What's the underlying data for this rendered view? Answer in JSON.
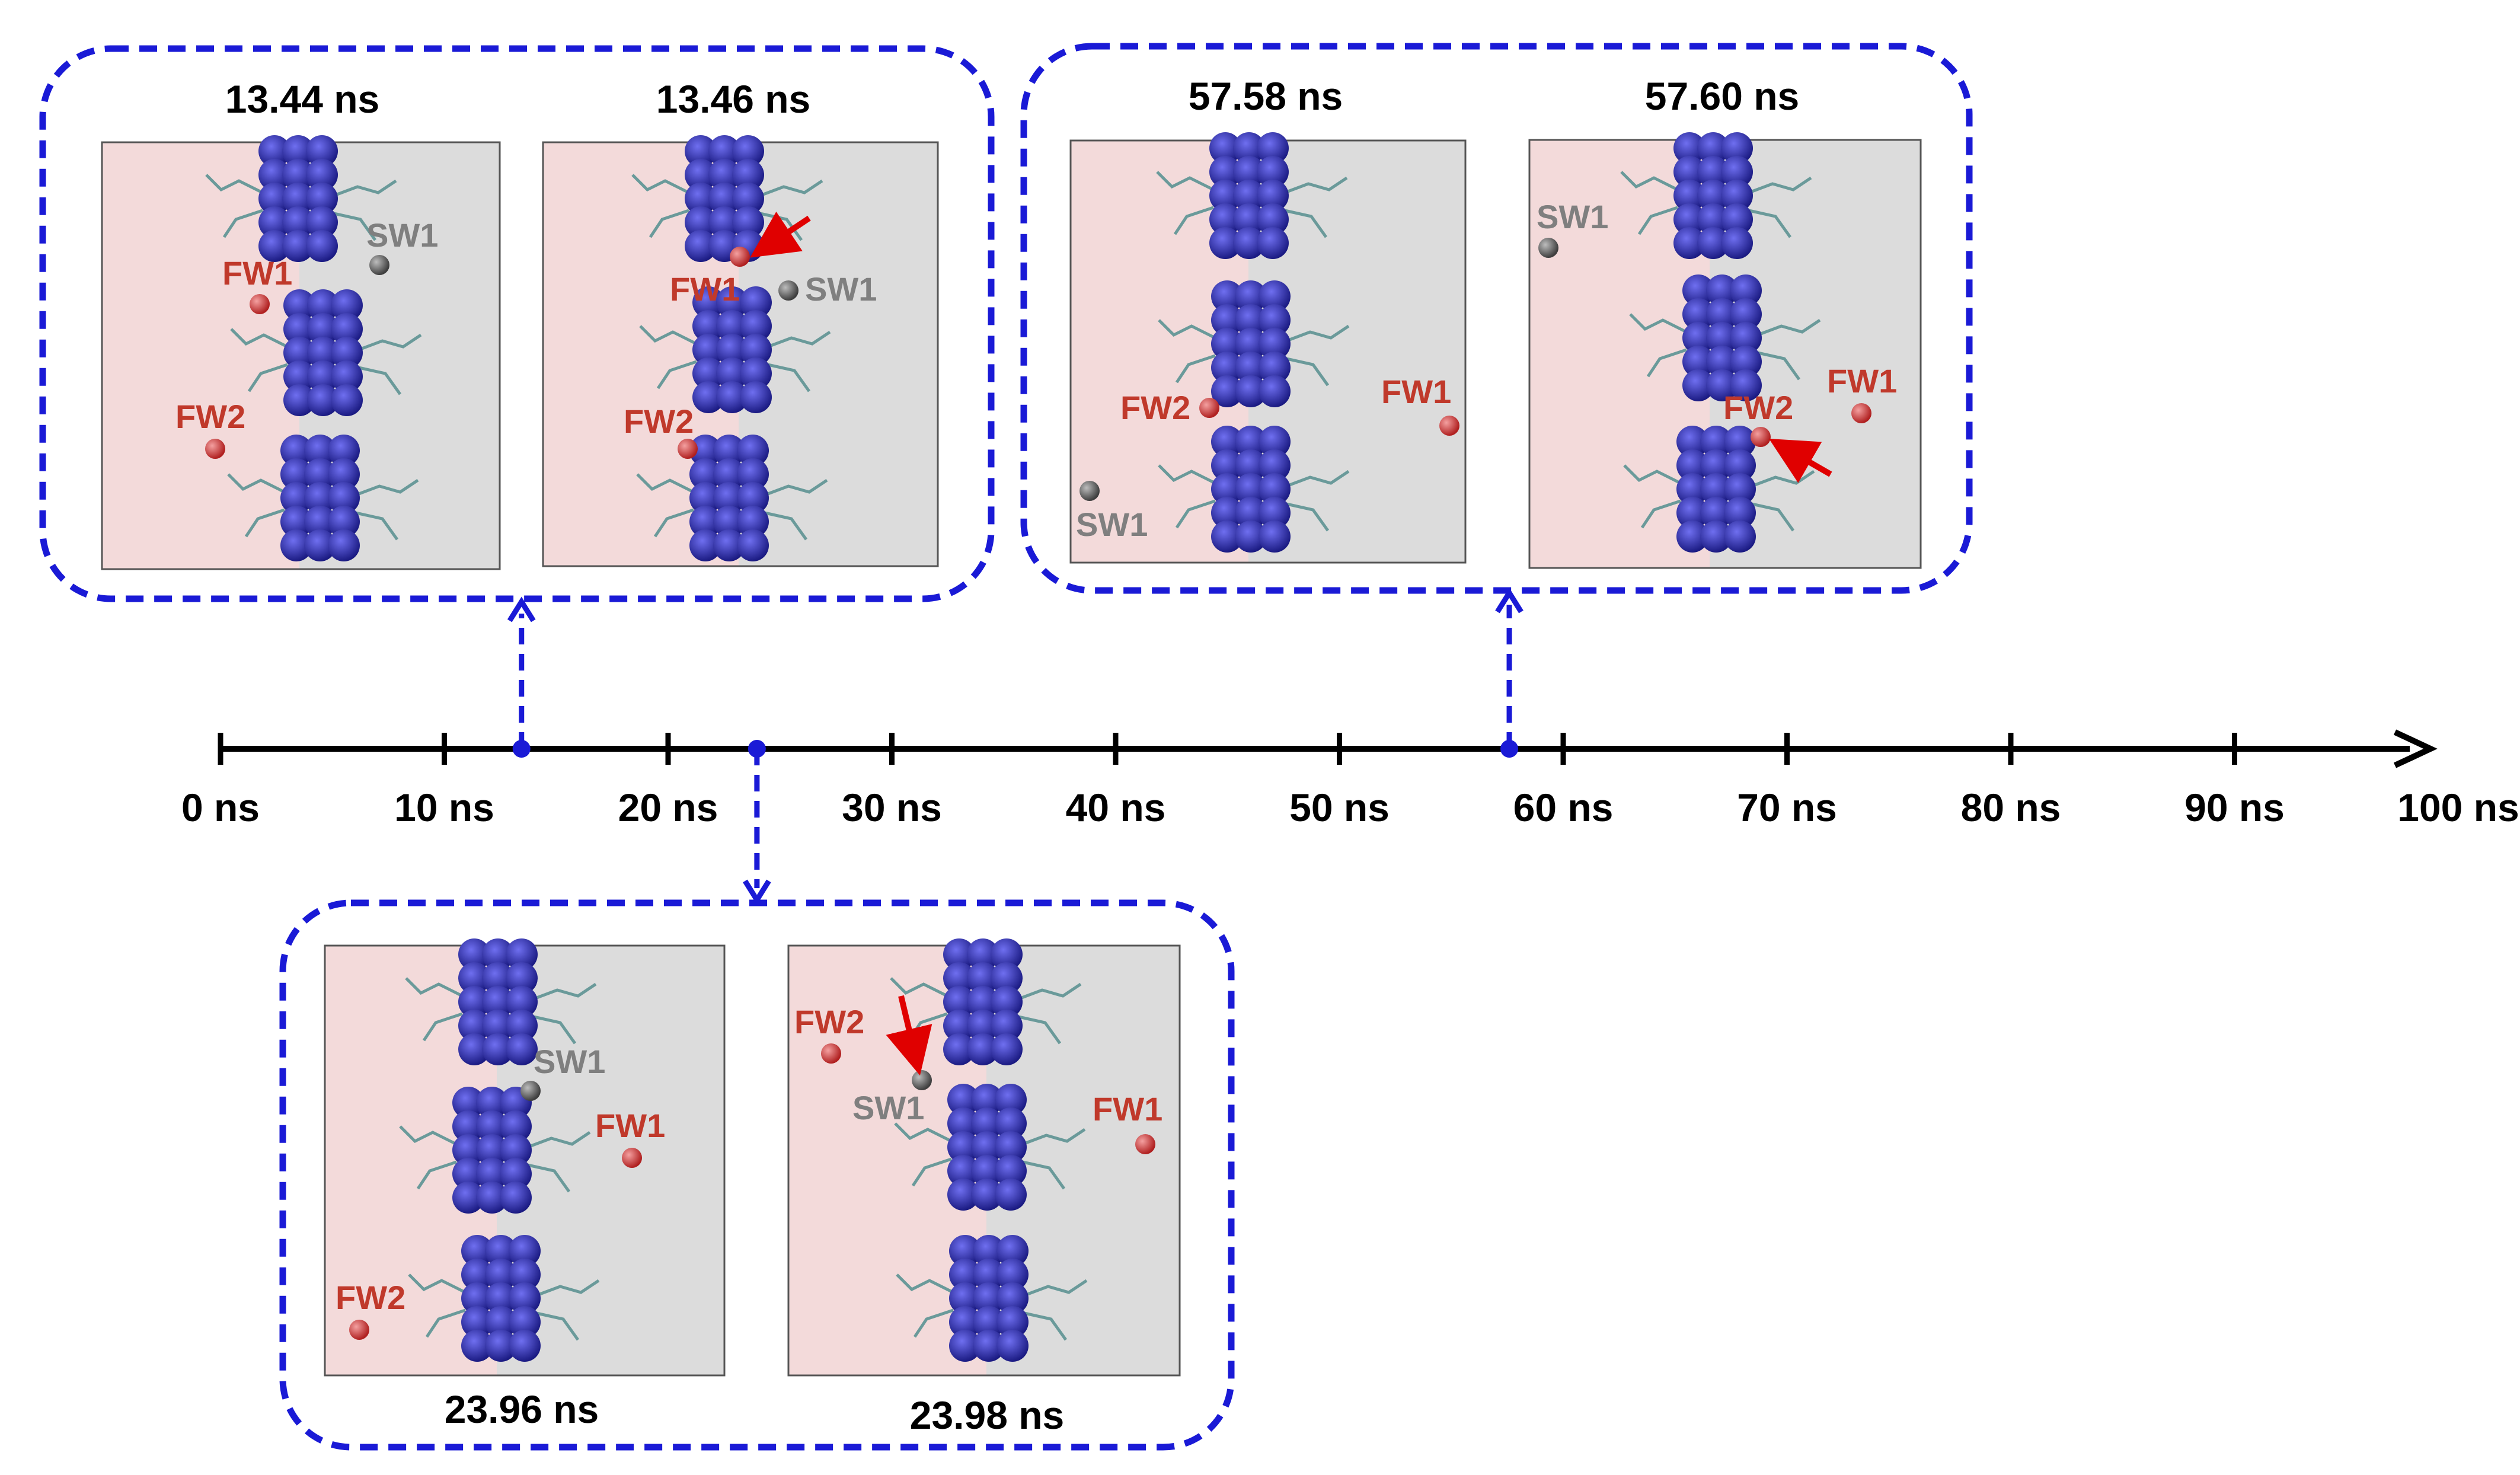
{
  "colors": {
    "frame": "#1a1ad6",
    "axis": "#000000",
    "fw": "#c0392b",
    "sw": "#7f7f7f",
    "arrow": "#e00000",
    "panel_left": "#f3dada",
    "panel_right": "#dcdcdc",
    "molecule": "#2a2ab0"
  },
  "timeline": {
    "unit": "ns",
    "ticks": [
      "0 ns",
      "10 ns",
      "20 ns",
      "30 ns",
      "40 ns",
      "50 ns",
      "60 ns",
      "70 ns",
      "80 ns",
      "90 ns",
      "100 ns"
    ],
    "markers": [
      13.45,
      23.97,
      57.59
    ]
  },
  "groups": [
    {
      "id": "g1",
      "panels": [
        {
          "time": "13.44 ns",
          "labels": [
            "SW1",
            "FW1",
            "FW2"
          ]
        },
        {
          "time": "13.46 ns",
          "labels": [
            "FW1",
            "SW1",
            "FW2"
          ]
        }
      ]
    },
    {
      "id": "g2",
      "panels": [
        {
          "time": "57.58 ns",
          "labels": [
            "FW2",
            "FW1",
            "SW1"
          ]
        },
        {
          "time": "57.60 ns",
          "labels": [
            "SW1",
            "FW2",
            "FW1"
          ]
        }
      ]
    },
    {
      "id": "g3",
      "panels": [
        {
          "time": "23.96 ns",
          "labels": [
            "SW1",
            "FW1",
            "FW2"
          ]
        },
        {
          "time": "23.98 ns",
          "labels": [
            "FW2",
            "SW1",
            "FW1"
          ]
        }
      ]
    }
  ]
}
